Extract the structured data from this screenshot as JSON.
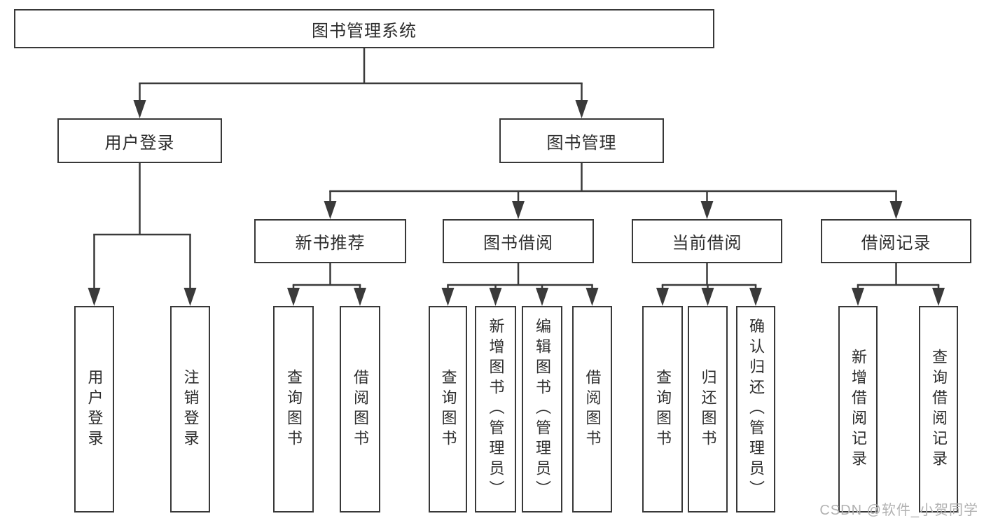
{
  "diagram_title": "图书管理系统",
  "colors": {
    "line": "#3a3a3a",
    "box_border": "#383838",
    "text": "#2e2e2e",
    "watermark": "#b2b2b2",
    "background": "#ffffff"
  },
  "watermark": {
    "text": "CSDN @软件_小贺同学"
  },
  "nodes": [
    {
      "id": "root",
      "label": "图书管理系统",
      "orientation": "horizontal"
    },
    {
      "id": "user-login",
      "label": "用户登录",
      "orientation": "horizontal"
    },
    {
      "id": "book-mgmt",
      "label": "图书管理",
      "orientation": "horizontal"
    },
    {
      "id": "new-book-rec",
      "label": "新书推荐",
      "orientation": "horizontal"
    },
    {
      "id": "book-borrow",
      "label": "图书借阅",
      "orientation": "horizontal"
    },
    {
      "id": "current-borrow",
      "label": "当前借阅",
      "orientation": "horizontal"
    },
    {
      "id": "borrow-record",
      "label": "借阅记录",
      "orientation": "horizontal"
    },
    {
      "id": "leaf-user-login",
      "label": "用户登录",
      "orientation": "vertical"
    },
    {
      "id": "leaf-logout",
      "label": "注销登录",
      "orientation": "vertical"
    },
    {
      "id": "leaf-query-book-1",
      "label": "查询图书",
      "orientation": "vertical"
    },
    {
      "id": "leaf-borrow-book-1",
      "label": "借阅图书",
      "orientation": "vertical"
    },
    {
      "id": "leaf-query-book-2",
      "label": "查询图书",
      "orientation": "vertical"
    },
    {
      "id": "leaf-add-book",
      "label": "新增图书（管理员）",
      "orientation": "vertical"
    },
    {
      "id": "leaf-edit-book",
      "label": "编辑图书（管理员）",
      "orientation": "vertical"
    },
    {
      "id": "leaf-borrow-book-2",
      "label": "借阅图书",
      "orientation": "vertical"
    },
    {
      "id": "leaf-query-book-3",
      "label": "查询图书",
      "orientation": "vertical"
    },
    {
      "id": "leaf-return-book",
      "label": "归还图书",
      "orientation": "vertical"
    },
    {
      "id": "leaf-confirm-return",
      "label": "确认归还（管理员）",
      "orientation": "vertical"
    },
    {
      "id": "leaf-add-record",
      "label": "新增借阅记录",
      "orientation": "vertical"
    },
    {
      "id": "leaf-query-record",
      "label": "查询借阅记录",
      "orientation": "vertical"
    }
  ],
  "edges": [
    {
      "from": "root",
      "to": [
        "user-login",
        "book-mgmt"
      ]
    },
    {
      "from": "user-login",
      "to": [
        "leaf-user-login",
        "leaf-logout"
      ]
    },
    {
      "from": "book-mgmt",
      "to": [
        "new-book-rec",
        "book-borrow",
        "current-borrow",
        "borrow-record"
      ]
    },
    {
      "from": "new-book-rec",
      "to": [
        "leaf-query-book-1",
        "leaf-borrow-book-1"
      ]
    },
    {
      "from": "book-borrow",
      "to": [
        "leaf-query-book-2",
        "leaf-add-book",
        "leaf-edit-book",
        "leaf-borrow-book-2"
      ]
    },
    {
      "from": "current-borrow",
      "to": [
        "leaf-query-book-3",
        "leaf-return-book",
        "leaf-confirm-return"
      ]
    },
    {
      "from": "borrow-record",
      "to": [
        "leaf-add-record",
        "leaf-query-record"
      ]
    }
  ]
}
